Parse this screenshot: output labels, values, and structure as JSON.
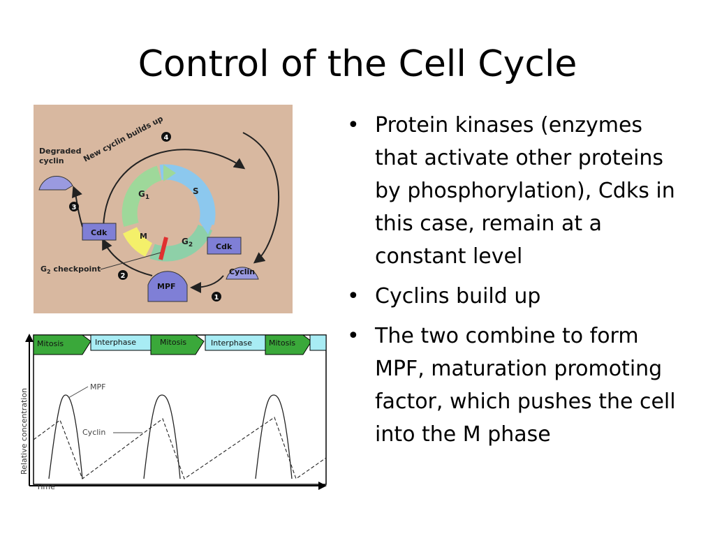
{
  "slide": {
    "title": "Control of the Cell Cycle",
    "bullets": [
      "Protein kinases (enzymes that activate other proteins by phosphorylation), Cdks in this case, remain at a constant level",
      "Cyclins build up",
      "The two combine to form MPF, maturation promoting factor, which pushes the cell into the M phase"
    ],
    "bullet_glyph": "•"
  },
  "cycle_diagram": {
    "new_cyclin_label": "New cyclin builds up",
    "degraded_cyclin_label": [
      "Degraded",
      "cyclin"
    ],
    "g2_checkpoint_label": "G",
    "g2_checkpoint_sub": "2",
    "g2_checkpoint_rest": " checkpoint",
    "phases": {
      "g1": "G",
      "g1_sub": "1",
      "s": "S",
      "g2": "G",
      "g2_sub": "2",
      "m": "M"
    },
    "cdk_label": "Cdk",
    "cyclin_label": "Cyclin",
    "mpf_label": "MPF",
    "steps": [
      "1",
      "2",
      "3",
      "4"
    ],
    "colors": {
      "background": "#d8b8a0",
      "protein": "#7f7fd6",
      "checkpoint": "#e03030"
    }
  },
  "concentration_graph": {
    "phases": [
      "Mitosis",
      "Interphase",
      "Mitosis",
      "Interphase",
      "Mitosis"
    ],
    "y_axis_label": "Relative concentration",
    "x_axis_label": "Time",
    "mpf_label": "MPF",
    "cyclin_label": "Cyclin",
    "colors": {
      "mitosis": "#3aa83a",
      "interphase": "#a8ecf4"
    }
  }
}
